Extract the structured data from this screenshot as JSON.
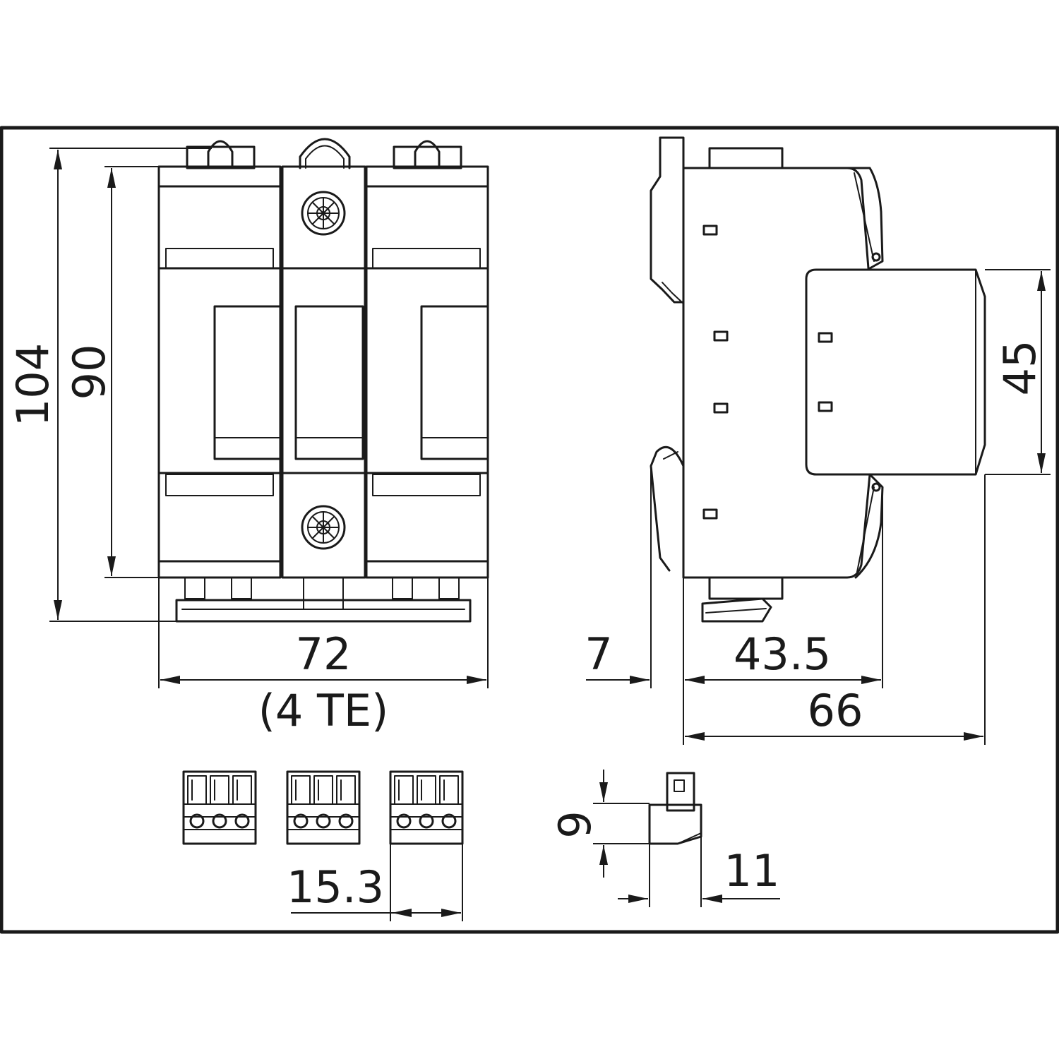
{
  "drawing": {
    "frame_color": "#1a1a1a",
    "background": "#ffffff",
    "front_view": {
      "height_total": "104",
      "height_body": "90",
      "width": "72",
      "width_note": "(4 TE)"
    },
    "side_view": {
      "module_depth": "45",
      "rail_offset": "7",
      "depth_to_front": "43.5",
      "depth_total": "66"
    },
    "terminal_blocks": {
      "pitch": "15.3"
    },
    "detail_part": {
      "height": "9",
      "width": "11"
    }
  }
}
